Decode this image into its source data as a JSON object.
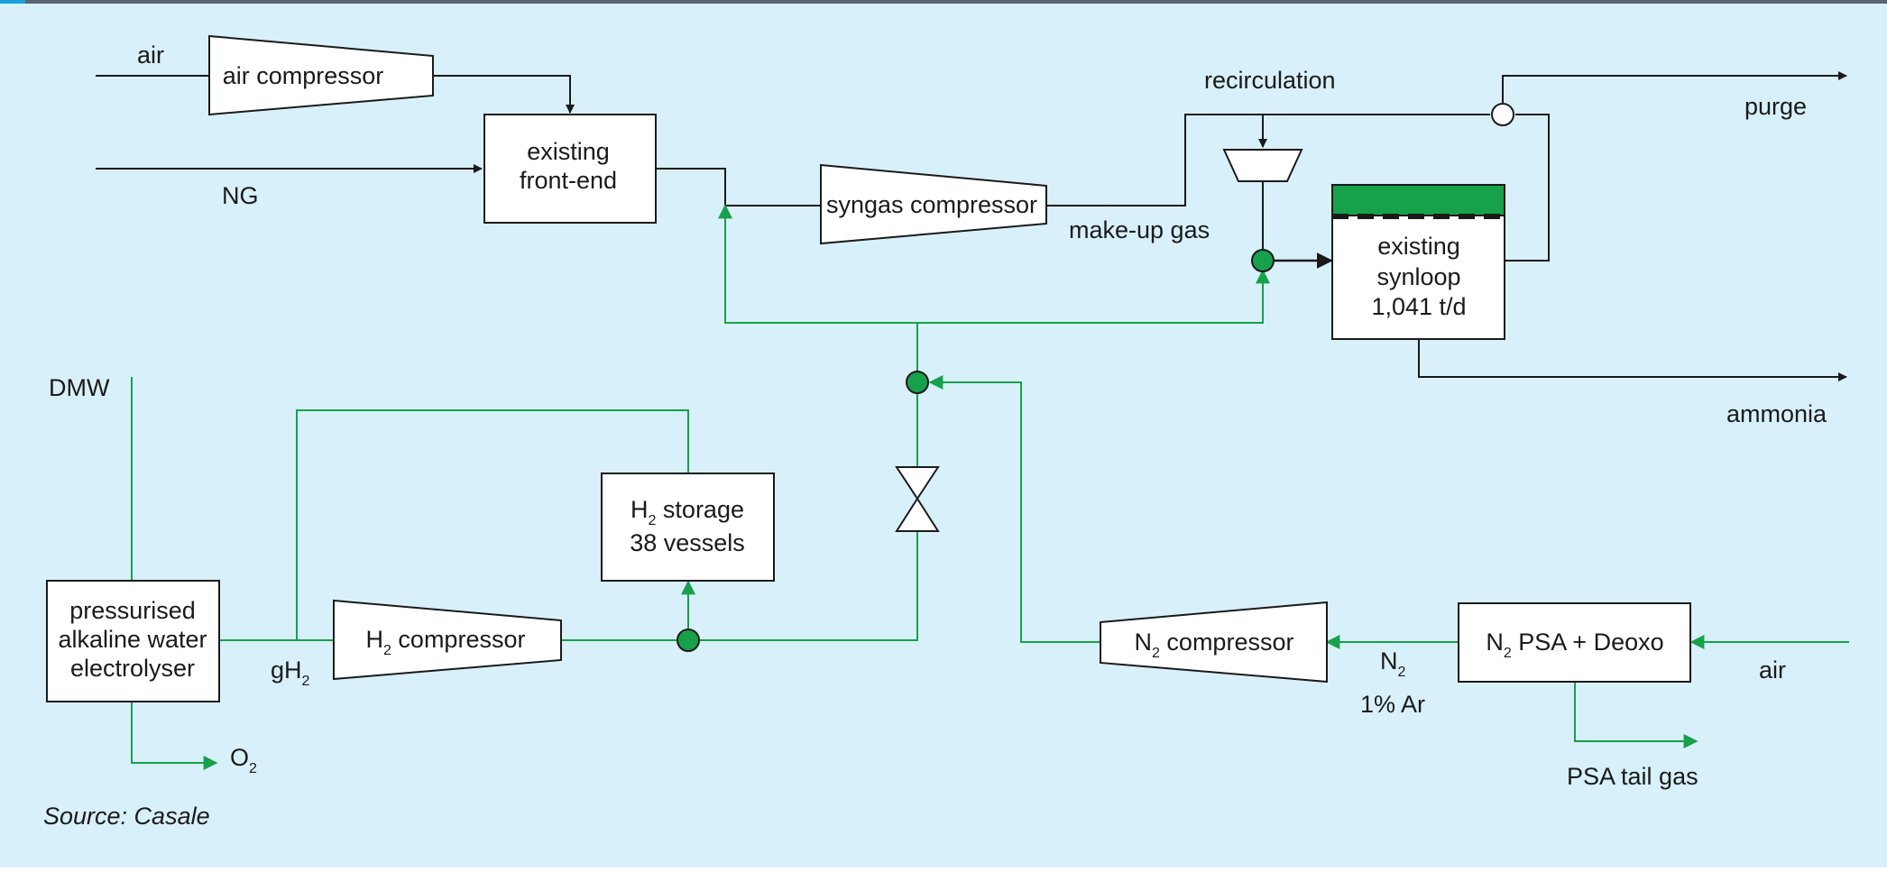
{
  "units": {
    "air_compressor": "air compressor",
    "front_end_line1": "existing",
    "front_end_line2": "front-end",
    "syngas_compressor": "syngas compressor",
    "synloop_line1": "existing",
    "synloop_line2": "synloop",
    "synloop_capacity": "1,041 t/d",
    "electrolyser_line1": "pressurised",
    "electrolyser_line2": "alkaline water",
    "electrolyser_line3": "electrolyser",
    "h2_compressor_main": "H",
    "h2_compressor_sub": "2",
    "h2_compressor_rest": " compressor",
    "h2_storage_main": "H",
    "h2_storage_sub": "2",
    "h2_storage_rest": " storage",
    "h2_storage_vessels": "38 vessels",
    "n2_compressor_main": "N",
    "n2_compressor_sub": "2",
    "n2_compressor_rest": " compressor",
    "psa_main": "N",
    "psa_sub": "2",
    "psa_rest": " PSA + Deoxo"
  },
  "streams": {
    "air_top": "air",
    "ng": "NG",
    "recirculation": "recirculation",
    "purge": "purge",
    "make_up_gas": "make-up gas",
    "ammonia": "ammonia",
    "dmw": "DMW",
    "gh2_main": "gH",
    "gh2_sub": "2",
    "o2_main": "O",
    "o2_sub": "2",
    "n2_main": "N",
    "n2_sub": "2",
    "n2_purity": "1% Ar",
    "air_right": "air",
    "psa_tail_gas": "PSA tail gas"
  },
  "source": "Source: Casale",
  "colors": {
    "background": "#d8f0fa",
    "top_border": "#5a6670",
    "top_accent": "#1aa0dc",
    "hydrogen_line": "#16a14a",
    "node_fill": "#16a14a",
    "process_line": "#1a1a1a",
    "box_fill": "#ffffff"
  }
}
